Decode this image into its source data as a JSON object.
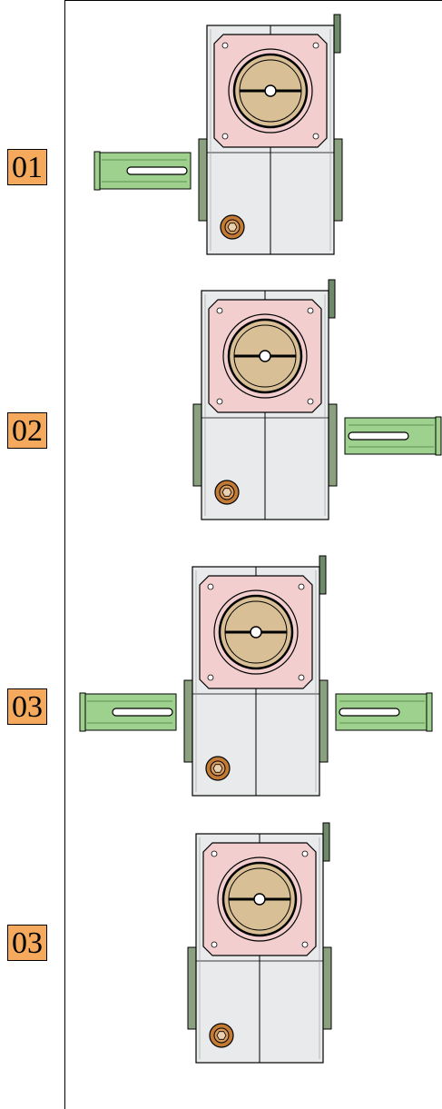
{
  "configurations": [
    {
      "label": "01",
      "shafts": "left"
    },
    {
      "label": "02",
      "shafts": "right"
    },
    {
      "label": "03",
      "shafts": "both"
    },
    {
      "label": "03",
      "shafts": "none"
    }
  ],
  "colors": {
    "housing": "#e8eaec",
    "flange": "#f2cece",
    "disc": "#d8bf95",
    "shaft": "#9ed18e",
    "plug": "#c27a34",
    "label_bg": "#f5a95c"
  },
  "icons": [
    "gearbox-housing",
    "flange-plate",
    "rotary-disc",
    "output-shaft",
    "drain-plug"
  ]
}
